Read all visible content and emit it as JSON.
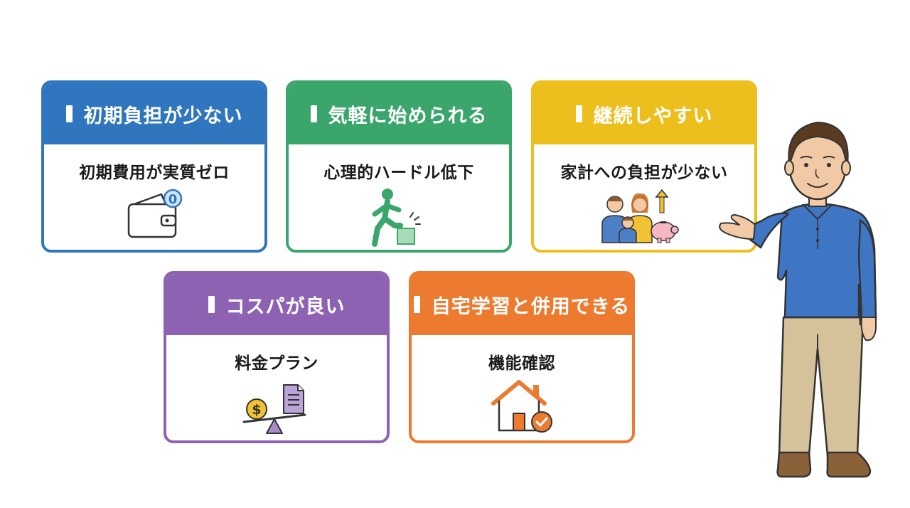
{
  "cards": [
    {
      "title": "初期負担が少ない",
      "subtitle": "初期費用が実質ゼロ",
      "icon": "wallet-zero-icon",
      "color": "#2f76bf",
      "badge": "0"
    },
    {
      "title": "気軽に始められる",
      "subtitle": "心理的ハードル低下",
      "icon": "step-up-icon",
      "color": "#3aa66c"
    },
    {
      "title": "継続しやすい",
      "subtitle": "家計への負担が少ない",
      "icon": "family-savings-icon",
      "color": "#edbf1c"
    },
    {
      "title": "コスパが良い",
      "subtitle": "料金プラン",
      "icon": "price-balance-icon",
      "color": "#8e62b3"
    },
    {
      "title": "自宅学習と併用できる",
      "subtitle": "機能確認",
      "icon": "home-check-icon",
      "color": "#ec7a2f"
    }
  ],
  "illustration": {
    "icon": "presenter-man-icon"
  }
}
